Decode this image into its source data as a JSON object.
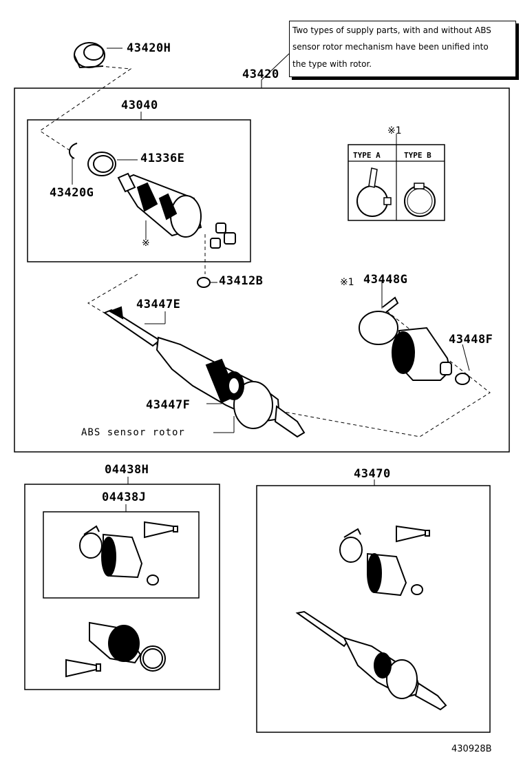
{
  "note": {
    "line1": "Two types of supply parts, with and without ABS",
    "line2": "sensor rotor mechanism have been unified into",
    "line3": "the type with rotor."
  },
  "parts": {
    "p43420H": "43420H",
    "p43420": "43420",
    "p43040": "43040",
    "p41336E": "41336E",
    "p43420G": "43420G",
    "p43412B": "43412B",
    "p43447E": "43447E",
    "p43447F": "43447F",
    "p43448G": "43448G",
    "p43448F": "43448F",
    "p04438H": "04438H",
    "p04438J": "04438J",
    "p43470": "43470"
  },
  "labels": {
    "abs_rotor": "ABS sensor rotor",
    "type_a": "TYPE A",
    "type_b": "TYPE B",
    "ref_mark": "※",
    "ref_mark1": "※1",
    "ref_mark1b": "※1"
  },
  "figure_id": "430928B"
}
